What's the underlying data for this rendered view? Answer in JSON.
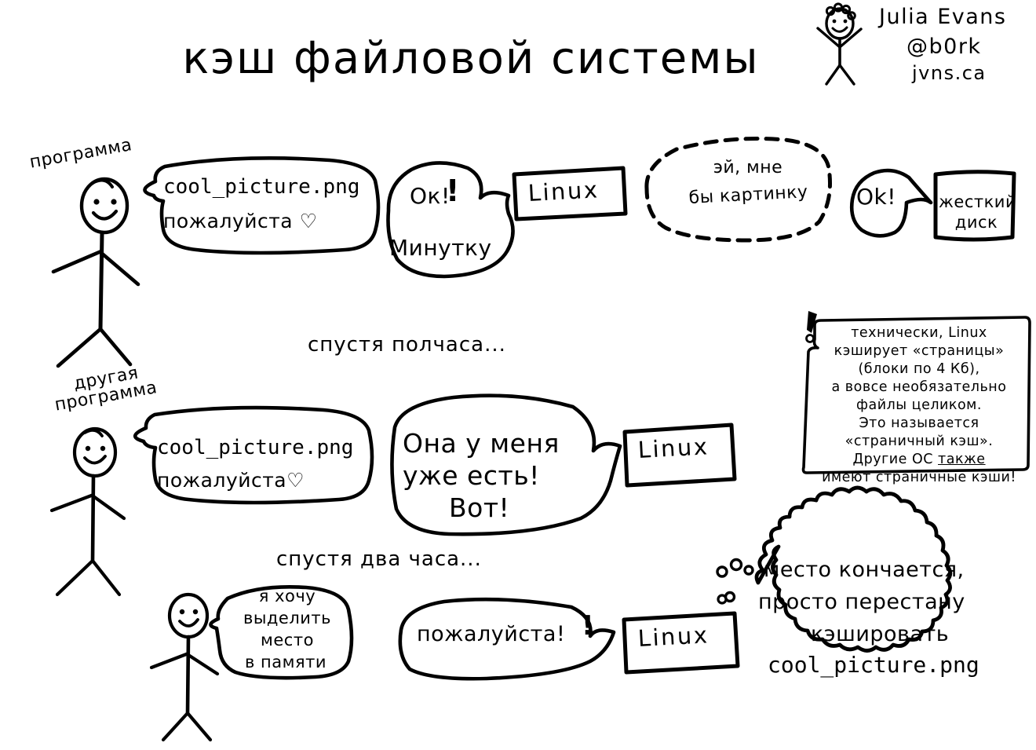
{
  "page": {
    "title": "кэш файловой системы",
    "background_color": "#ffffff",
    "ink_color": "#000000"
  },
  "signature": {
    "author": "Julia Evans",
    "handle": "@b0rk",
    "site": "jvns.ca"
  },
  "scene_1": {
    "actor_label": "программа",
    "request_bubble": {
      "line_1": "cool_picture.png",
      "line_2": "пожалуйста ♡"
    },
    "linux_reply_bubble": {
      "line_1": "Ок!",
      "line_2": "Минутку"
    },
    "linux_box_label": "Linux",
    "disk_request_bubble": {
      "line_1": "эй, мне",
      "line_2": "бы картинку"
    },
    "disk_reply_bubble": "Ok!",
    "disk_box_label": {
      "line_1": "жесткий",
      "line_2": "диск"
    }
  },
  "interlude_1": "спустя полчаса...",
  "scene_2": {
    "actor_label": {
      "line_1": "другая",
      "line_2": "программа"
    },
    "request_bubble": {
      "line_1": "cool_picture.png",
      "line_2": "пожалуйста♡"
    },
    "linux_reply_bubble": {
      "line_1": "Она у меня",
      "line_2": "уже есть!",
      "line_3": "Вот!"
    },
    "linux_box_label": "Linux"
  },
  "interlude_2": "спустя два часа...",
  "scene_3": {
    "actor_bubble": {
      "line_1": "я хочу",
      "line_2": "выделить",
      "line_3": "место",
      "line_4": "в памяти"
    },
    "request_bubble": "пожалуйста!",
    "linux_box_label": "Linux",
    "thought_bubble": {
      "line_1": "место кончается,",
      "line_2": "просто перестану",
      "line_3": "кэшировать",
      "line_4": "cool_picture.png"
    }
  },
  "technical_note": {
    "line_1": "технически, Linux",
    "line_2": "кэширует «страницы»",
    "line_3": "(блоки по 4 Кб),",
    "line_4": "а вовсе необязательно",
    "line_5": "файлы целиком.",
    "line_6": "Это называется",
    "line_7": "«страничный кэш».",
    "line_8_prefix": "Другие ОС ",
    "line_8_underlined": "также",
    "line_9": "имеют страничные кэши!"
  }
}
